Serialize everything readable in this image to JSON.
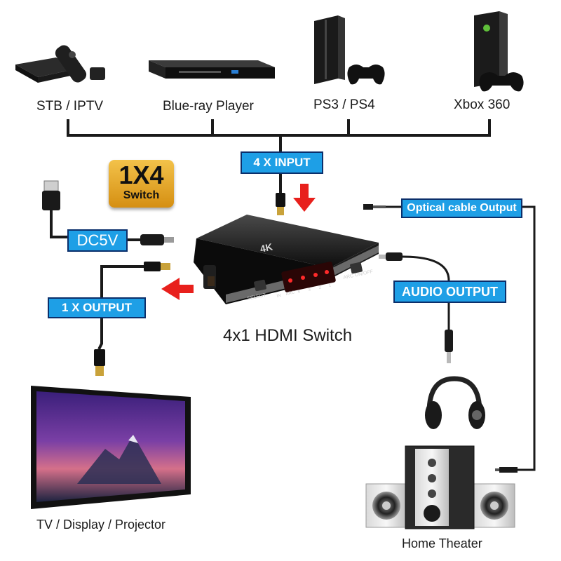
{
  "devices": {
    "stb": "STB / IPTV",
    "bluray": "Blue-ray Player",
    "ps": "PS3 / PS4",
    "xbox": "Xbox 360",
    "tv": "TV / Display / Projector",
    "theater": "Home Theater"
  },
  "tags": {
    "input": "4 X INPUT",
    "output": "1 X OUTPUT",
    "power": "DC5V",
    "optical": "Optical cable Output",
    "audio": "AUDIO OUTPUT"
  },
  "badge": {
    "main": "1X4",
    "sub": "Switch"
  },
  "switch": {
    "caption": "4x1 HDMI Switch",
    "logo": "4K",
    "select": "SELECT",
    "arc": "ARC ON/OFF",
    "port_labels": [
      "IN",
      "ARC",
      "4",
      "3",
      "2",
      "1"
    ]
  },
  "colors": {
    "tag_fill": "#1e9fe6",
    "tag_border": "#0b2f6b",
    "arrow": "#e8201c",
    "cable": "#1a1a1a"
  },
  "icons": [
    "usb-plug-icon",
    "hdmi-plug-icon",
    "audio-jack-icon",
    "headphones-icon",
    "speaker-icon"
  ]
}
